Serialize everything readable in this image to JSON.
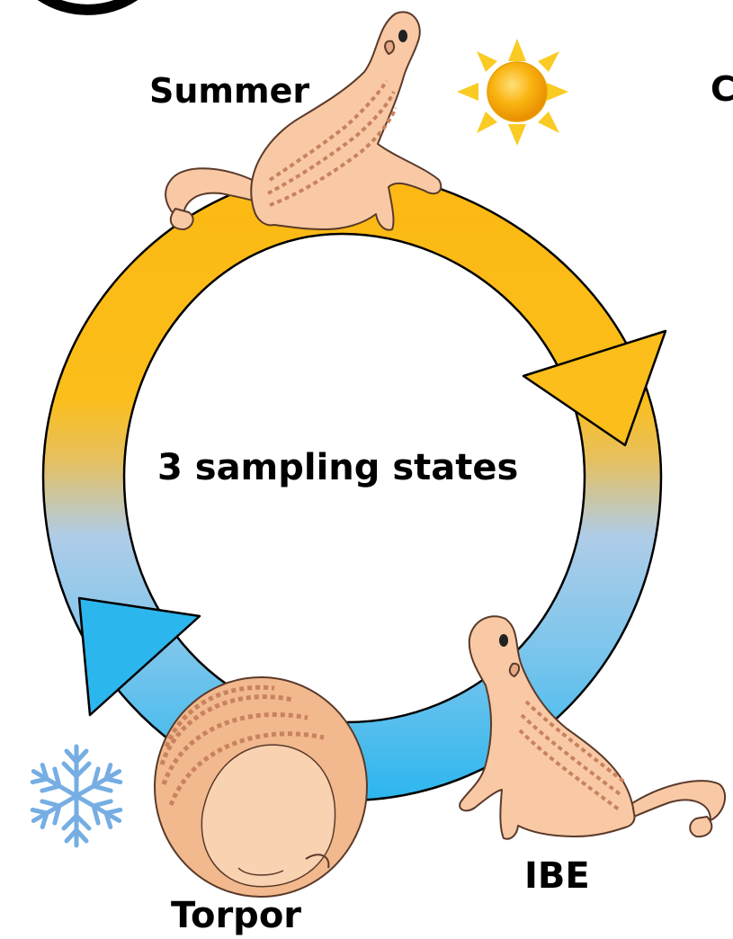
{
  "diagram": {
    "center_label": "3 sampling states",
    "states": [
      {
        "label": "Summer"
      },
      {
        "label": "IBE"
      },
      {
        "label": "Torpor"
      }
    ],
    "partial_label": "C",
    "icons": [
      "sun-icon",
      "snowflake-icon",
      "squirrel-standing-icon",
      "squirrel-curled-icon"
    ],
    "colors": {
      "warm": "#FDB813",
      "warm_transition": "#E6C060",
      "cool_pale": "#AFCCE8",
      "cool": "#2CB6EE",
      "squirrel_fill": "#F9C9A5",
      "squirrel_stripe": "#C9825E",
      "snowflake": "#76AEE3",
      "sun_core": "#F7A800",
      "sun_rays": "#F9CB23"
    }
  }
}
